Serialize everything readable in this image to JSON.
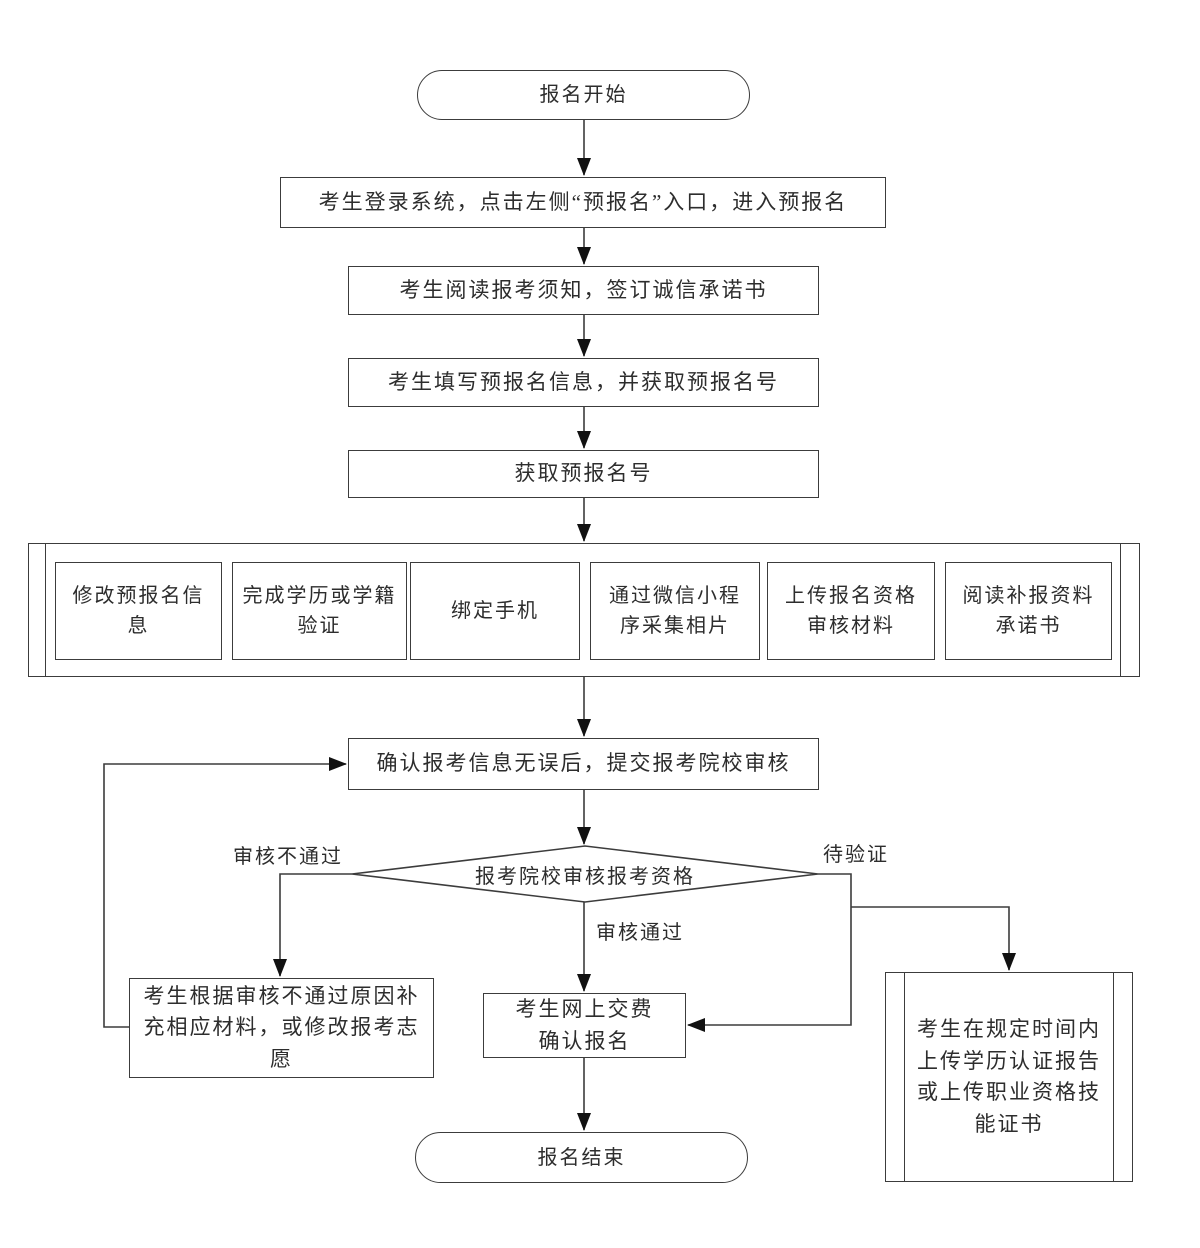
{
  "flow": {
    "start": "报名开始",
    "end": "报名结束",
    "steps": {
      "login": "考生登录系统，点击左侧“预报名”入口，进入预报名",
      "read_notice": "考生阅读报考须知，签订诚信承诺书",
      "fill_info": "考生填写预报名信息，并获取预报名号",
      "get_number": "获取预报名号",
      "confirm_submit": "确认报考信息无误后，提交报考院校审核",
      "supplement": "考生根据审核不通过原因补充相应材料，或修改报考志愿",
      "pay_confirm": "考生网上交费\n确认报名",
      "upload_certificates": "考生在规定时间内上传学历认证报告或上传职业资格技能证书"
    },
    "parallel_tasks": [
      "修改预报名信息",
      "完成学历或学籍验证",
      "绑定手机",
      "通过微信小程序采集相片",
      "上传报名资格审核材料",
      "阅读补报资料承诺书"
    ],
    "decision": "报考院校审核报考资格",
    "edge_labels": {
      "fail": "审核不通过",
      "pass": "审核通过",
      "pending": "待验证"
    },
    "colors": {
      "line": "#3c3c3c",
      "arrowhead": "#111111",
      "text": "#2d2d2d",
      "background": "#ffffff"
    }
  }
}
